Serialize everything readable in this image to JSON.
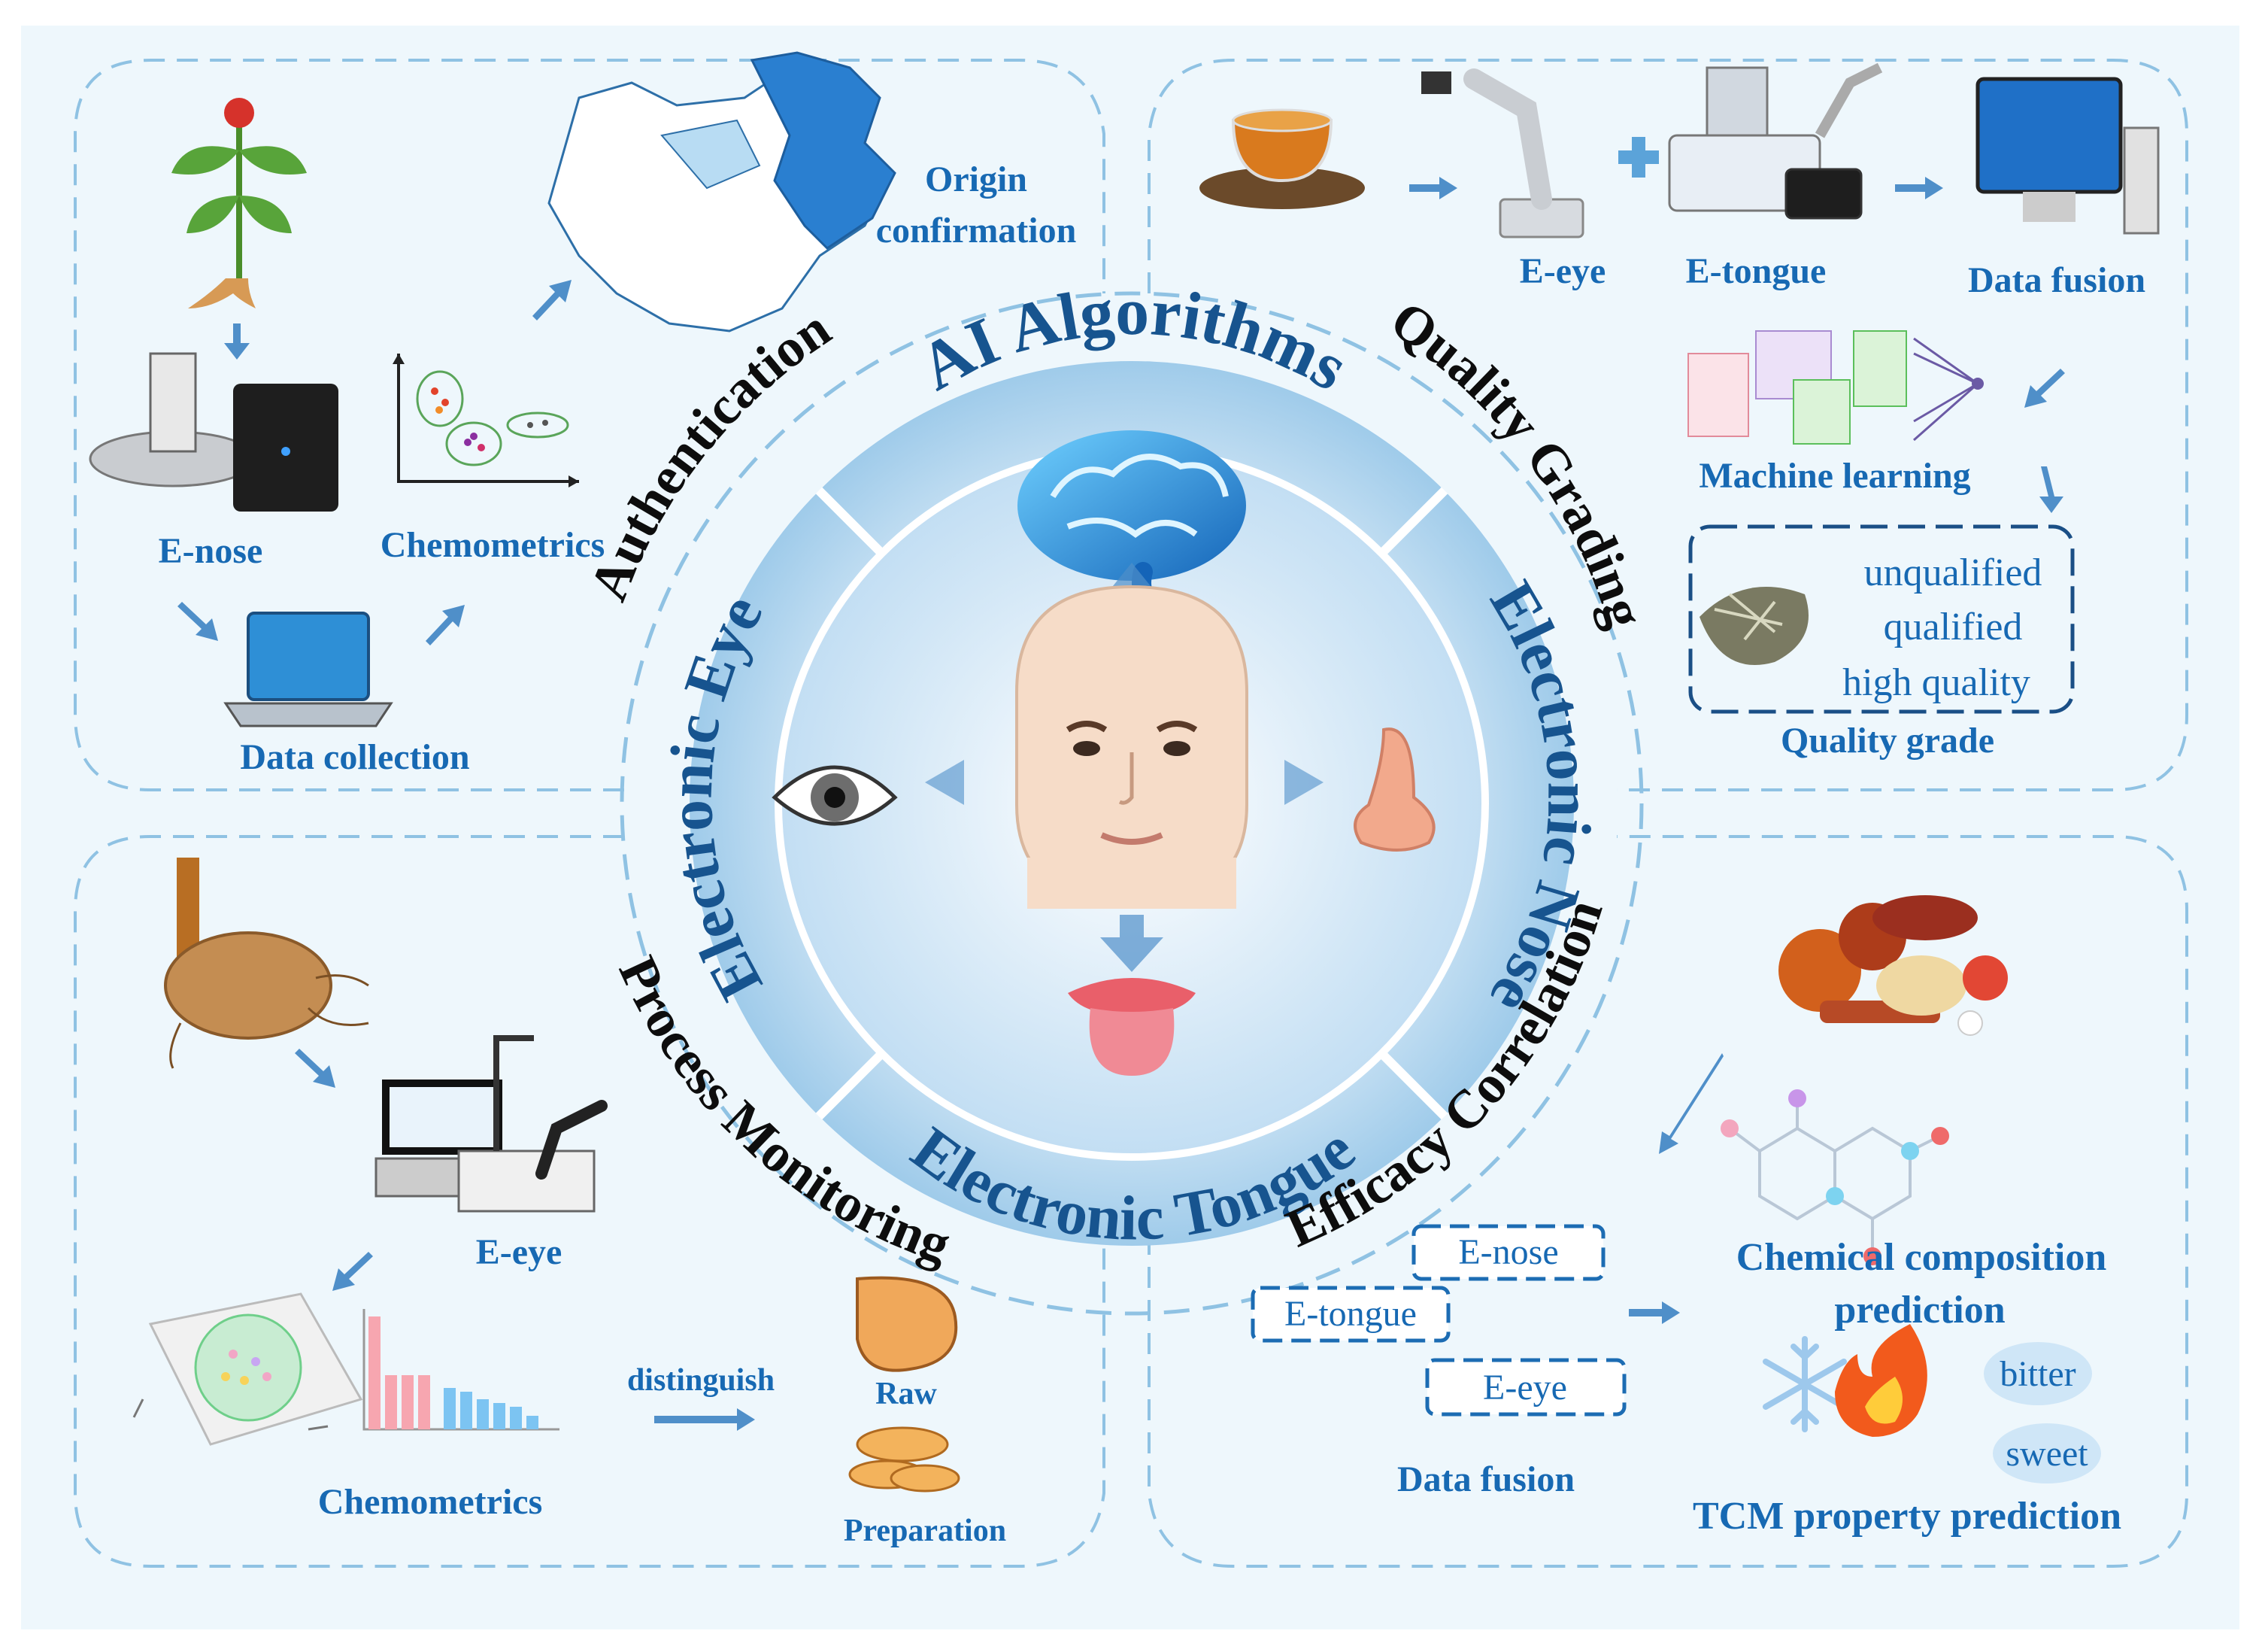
{
  "center": {
    "ring_top": "AI Algorithms",
    "ring_left": "Electronic Eye",
    "ring_right": "Electronic Nose",
    "ring_bottom": "Electronic Tongue"
  },
  "outer_labels": {
    "top_left": "Authentication",
    "top_right": "Quality Grading",
    "bottom_left": "Process Monitoring",
    "bottom_right": "Efficacy Correlation"
  },
  "authentication": {
    "origin_line1": "Origin",
    "origin_line2": "confirmation",
    "enose": "E-nose",
    "chemometrics": "Chemometrics",
    "data_collection": "Data collection"
  },
  "quality": {
    "eeye": "E-eye",
    "etongue": "E-tongue",
    "data_fusion": "Data fusion",
    "machine_learning": "Machine learning",
    "grades": [
      "unqualified",
      "qualified",
      "high quality"
    ],
    "quality_grade": "Quality grade"
  },
  "process": {
    "eeye": "E-eye",
    "chemometrics": "Chemometrics",
    "distinguish": "distinguish",
    "raw": "Raw",
    "preparation": "Preparation"
  },
  "efficacy": {
    "enose": "E-nose",
    "etongue": "E-tongue",
    "eeye": "E-eye",
    "data_fusion": "Data fusion",
    "chem_line1": "Chemical composition",
    "chem_line2": "prediction",
    "bitter": "bitter",
    "sweet": "sweet",
    "tcm": "TCM property prediction"
  },
  "colors": {
    "panel_bg": "#eef7fc",
    "border": "#8fc2e3",
    "label_blue": "#1769b3",
    "ring_text": "#17548f"
  }
}
